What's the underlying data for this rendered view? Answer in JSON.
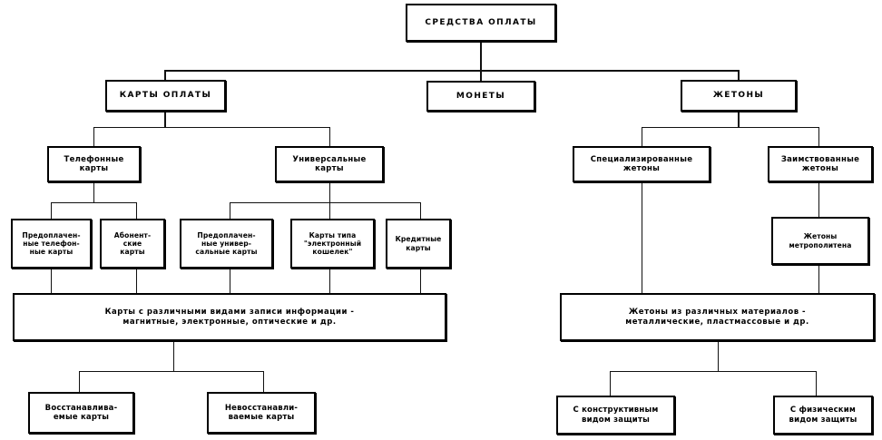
{
  "diagram": {
    "title": "СРЕДСТВА ОПЛАТЫ",
    "language": "ru",
    "type": "hierarchy-tree",
    "nodes": {
      "root": "СРЕДСТВА  ОПЛАТЫ",
      "level2": {
        "payment_cards": "КАРТЫ  ОПЛАТЫ",
        "coins": "МОНЕТЫ",
        "tokens": "ЖЕТОНЫ"
      },
      "level3": {
        "phone_cards": "Телефонные\nкарты",
        "universal_cards": "Универсальные\nкарты",
        "specialized_tokens": "Специализированные\nжетоны",
        "borrowed_tokens": "Заимствованные\nжетоны"
      },
      "level4": {
        "prepaid_phone_cards": "Предоплачен-\nные телефон-\nные карты",
        "subscriber_cards": "Абонент-\nские\nкарты",
        "prepaid_universal_cards": "Предоплачен-\nные универ-\nсальные карты",
        "e_wallet_cards": "Карты типа\n\"электронный\nкошелек\"",
        "credit_cards": "Кредитные\nкарты",
        "metro_tokens": "Жетоны\nметрополитена"
      },
      "level5": {
        "cards_record_types": "Карты с различными видами записи информации -\nмагнитные, электронные, оптические и др.",
        "tokens_materials": "Жетоны из различных материалов -\nметаллические, пластмассовые и др."
      },
      "level6": {
        "restorable_cards": "Восстанавлива-\nемые карты",
        "non_restorable_cards": "Невосстанавли-\nваемые карты",
        "constructive_protection": "С конструктивным\nвидом защиты",
        "physical_protection": "С физическим\nвидом защиты"
      }
    },
    "colors": {
      "line": "#111111",
      "border": "#000000",
      "background": "#ffffff",
      "text": "#000000"
    }
  }
}
